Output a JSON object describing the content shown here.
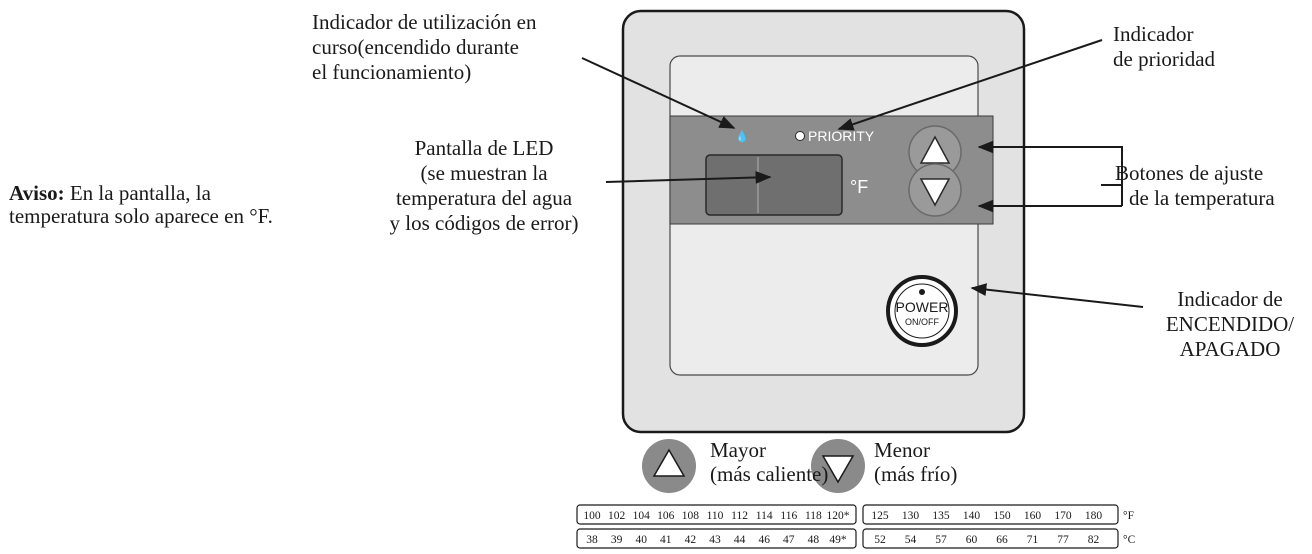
{
  "labels": {
    "usage_indicator": [
      "Indicador de utilización en",
      "curso(encendido durante",
      "el funcionamiento)"
    ],
    "priority_indicator": [
      "Indicador",
      "de prioridad"
    ],
    "led_display": [
      "Pantalla de LED",
      "(se muestran la",
      "temperatura del agua",
      "y los códigos de error)"
    ],
    "temp_buttons": [
      "Botones de ajuste",
      "de la temperatura"
    ],
    "power_indicator": [
      "Indicador de",
      "ENCENDIDO/",
      "APAGADO"
    ],
    "notice_bold": "Aviso:",
    "notice_rest": " En la pantalla, la",
    "notice_line2": "temperatura solo aparece en °F."
  },
  "panel": {
    "priority_label": "PRIORITY",
    "unit_display": "°F",
    "power_label": "POWER",
    "power_sub": "ON/OFF"
  },
  "legend": {
    "up_label": [
      "Mayor",
      "(más caliente)"
    ],
    "down_label": [
      "Menor",
      "(más frío)"
    ]
  },
  "table": {
    "f_group1": [
      "100",
      "102",
      "104",
      "106",
      "108",
      "110",
      "112",
      "114",
      "116",
      "118",
      "120*"
    ],
    "f_group2": [
      "125",
      "130",
      "135",
      "140",
      "150",
      "160",
      "170",
      "180"
    ],
    "f_unit": "°F",
    "c_group1": [
      "38",
      "39",
      "40",
      "41",
      "42",
      "43",
      "44",
      "46",
      "47",
      "48",
      "49*"
    ],
    "c_group2": [
      "52",
      "54",
      "57",
      "60",
      "66",
      "71",
      "77",
      "82"
    ],
    "c_unit": "°C"
  },
  "colors": {
    "outer_frame": "#e2e2e2",
    "inner_panel": "#ececec",
    "control_band": "#8d8d8d",
    "led_window": "#6f6f6f",
    "legend_button": "#8a8a8a"
  }
}
